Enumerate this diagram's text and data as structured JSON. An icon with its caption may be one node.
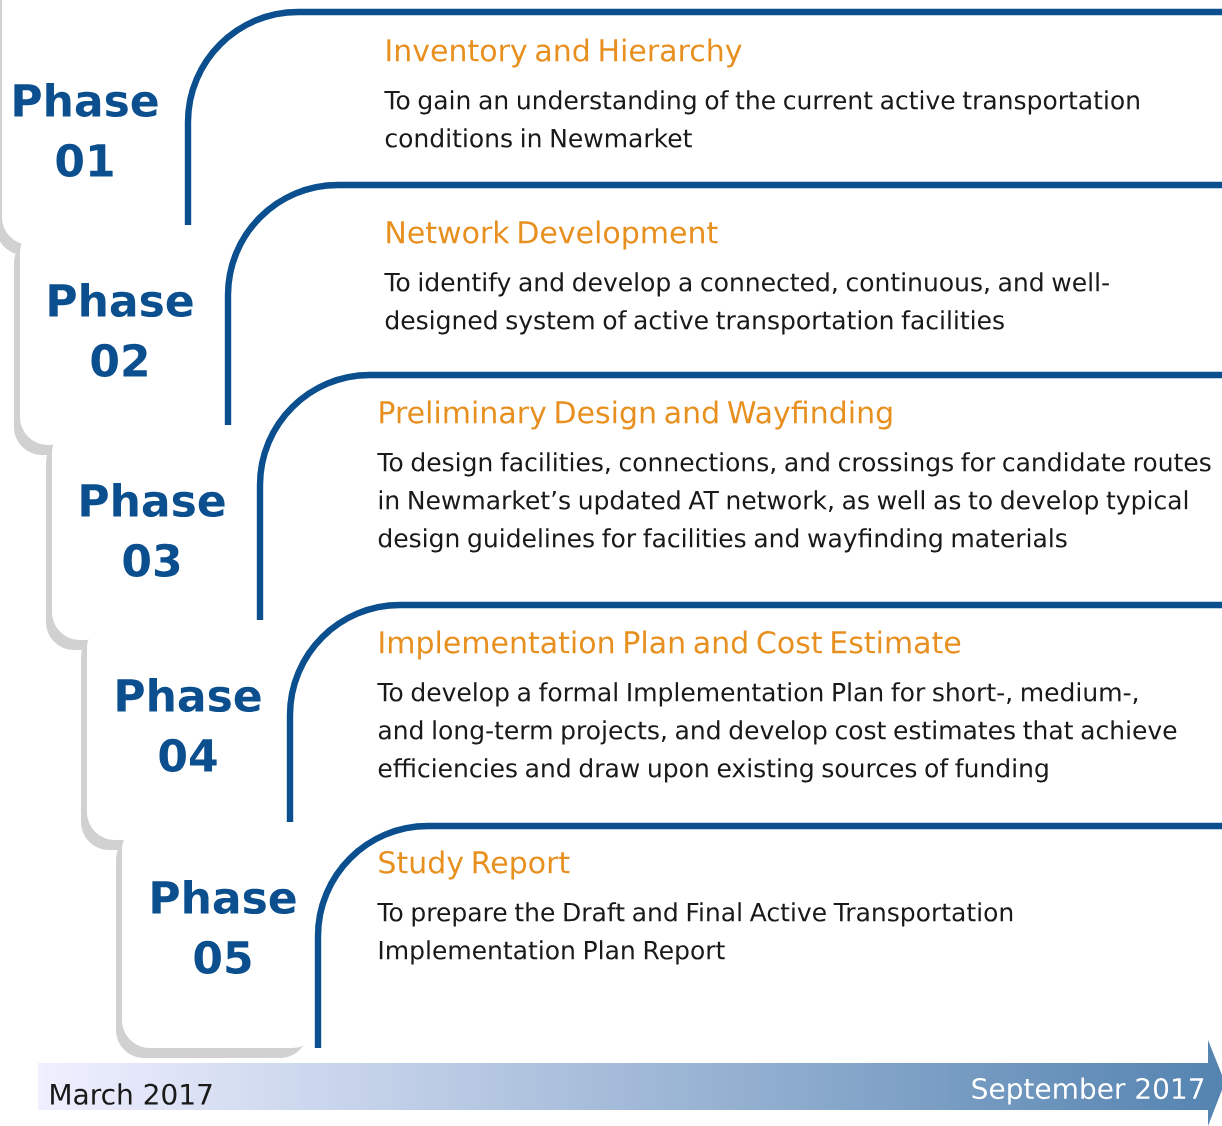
{
  "diagram": {
    "nodes": [
      {
        "text": [
          "Phase 01"
        ]
      },
      {
        "text": [
          "Inventory and Hierarchy",
          "To gain an understanding of the current active transportation conditions in Newmarket"
        ]
      },
      {
        "text": [
          "Phase 02"
        ]
      },
      {
        "text": [
          "Network Development",
          "To identify and develop a connected, continuous, and well-designed system of active transportation facilities"
        ]
      },
      {
        "text": [
          "Phase 03"
        ]
      },
      {
        "text": [
          "Preliminary Design and Wayfinding",
          "To design facilities, connections, and crossings for candidate routes in Newmarket’s updated AT network, as well as to develop typical design guidelines for facilities and wayfinding materials"
        ]
      },
      {
        "text": [
          "Phase 04"
        ]
      },
      {
        "text": [
          "Implementation Plan and Cost Estimate",
          "To develop a formal Implementation Plan for short-, medium-, and long-term projects, and develop cost estimates that achieve efficiencies and draw upon existing sources of funding"
        ]
      },
      {
        "text": [
          "Phase 05"
        ]
      },
      {
        "text": [
          "Study Report",
          "To prepare the Draft and Final Active Transportation Implementation Plan Report"
        ]
      },
      {
        "text": [
          "March 2017",
          "September 2017"
        ]
      }
    ]
  }
}
